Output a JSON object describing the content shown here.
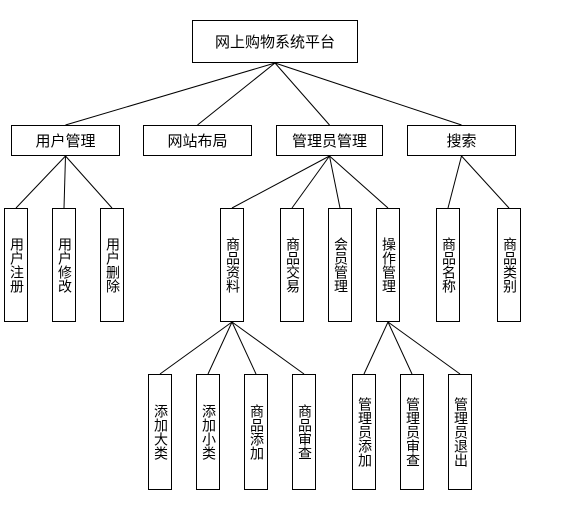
{
  "root": {
    "label": "网上购物系统平台"
  },
  "branches": {
    "user": {
      "label": "用户管理",
      "children": [
        "用户注册",
        "用户修改",
        "用户删除"
      ]
    },
    "layout": {
      "label": "网站布局"
    },
    "admin": {
      "label": "管理员管理",
      "children": [
        "商品资料",
        "商品交易",
        "会员管理",
        "操作管理"
      ]
    },
    "search": {
      "label": "搜索",
      "children": [
        "商品名称",
        "商品类别"
      ]
    }
  },
  "goods": {
    "children": [
      "添加大类",
      "添加小类",
      "商品添加",
      "商品审查"
    ]
  },
  "ops": {
    "children": [
      "管理员添加",
      "管理员审查",
      "管理员退出"
    ]
  }
}
